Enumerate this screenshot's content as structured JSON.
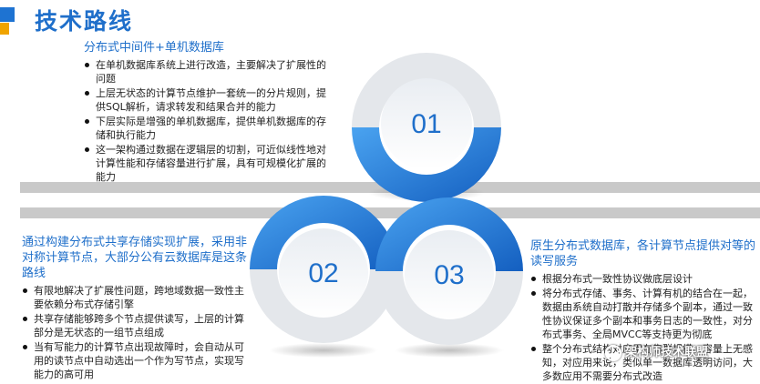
{
  "title": "技术路线",
  "colors": {
    "accent": "#1f6fca",
    "gold": "#f0a400",
    "band": "#c9c9c9"
  },
  "rings": [
    {
      "label": "01"
    },
    {
      "label": "02"
    },
    {
      "label": "03"
    }
  ],
  "block1": {
    "heading": "分布式中间件+单机数据库",
    "items": [
      "在单机数据库系统上进行改造，主要解决了扩展性的问题",
      "上层无状态的计算节点维护一套统一的分片规则，提供SQL解析，请求转发和结果合并的能力",
      "下层实际是增强的单机数据库，提供单机数据库的存储和执行能力",
      "这一架构通过数据在逻辑层的切割，可近似线性地对计算性能和存储容量进行扩展，具有可规模化扩展的能力"
    ]
  },
  "block2": {
    "heading": "通过构建分布式共享存储实现扩展，采用非对称计算节点，大部分公有云数据库是这条路线",
    "items": [
      "有限地解决了扩展性问题，跨地域数据一致性主要依赖分布式存储引擎",
      "共享存储能够跨多个节点提供读写，上层的计算部分是无状态的一组节点组成",
      "当有写能力的计算节点出现故障时，会自动从可用的读节点中自动选出一个作为写节点，实现写能力的高可用"
    ]
  },
  "block3": {
    "heading": "原生分布式数据库，各计算节点提供对等的读写服务",
    "items": [
      "根据分布式一致性协议做底层设计",
      "将分布式存储、事务、计算有机的结合在一起，数据由系统自动打散并存储多个副本，通过一致性协议保证多个副本和事务日志的一致性，对分布式事务、全局MVCC等支持更为彻底",
      "整个分布式结构对应用在集群规模、容量上无感知，对应用来说，类似单一数据库透明访问，大多数应用不需要分布式改造"
    ]
  },
  "watermark": "架构师技术联盟"
}
